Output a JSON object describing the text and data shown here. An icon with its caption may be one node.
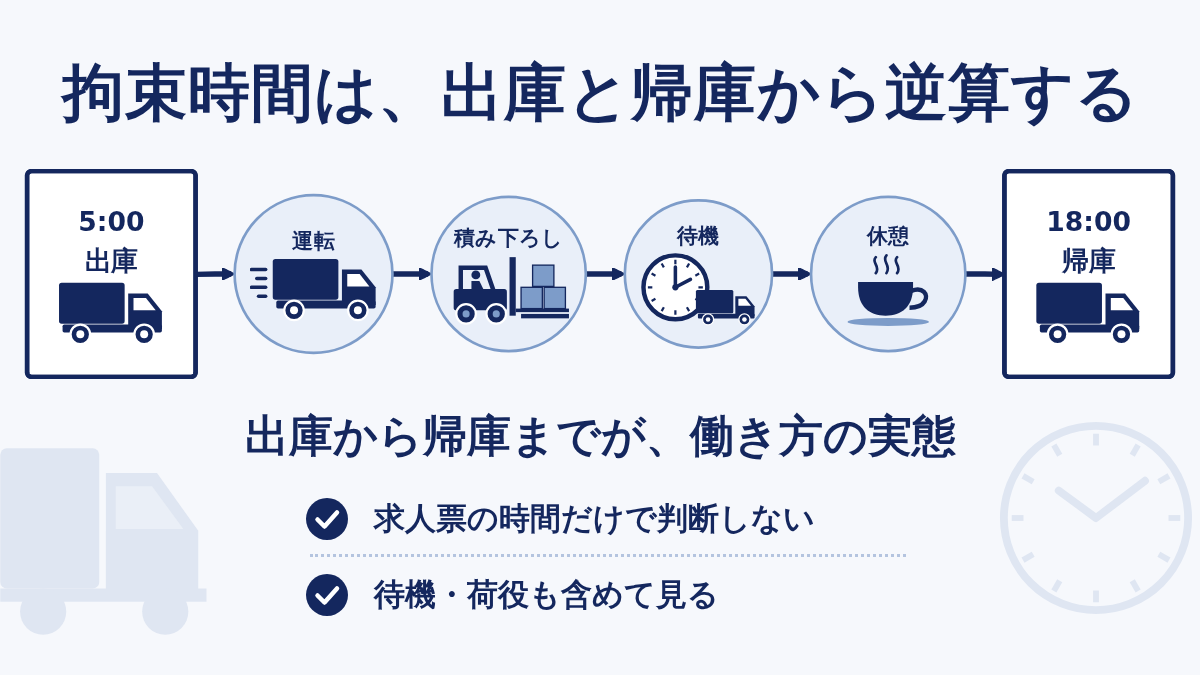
{
  "diagram": {
    "title": "拘束時間は、出庫と帰庫から逆算する",
    "nodes": [
      {
        "text": [
          "5:00",
          "出庫"
        ]
      },
      {
        "text": [
          "運転"
        ]
      },
      {
        "text": [
          "積み下ろし"
        ]
      },
      {
        "text": [
          "待機"
        ]
      },
      {
        "text": [
          "休憩"
        ]
      },
      {
        "text": [
          "18:00",
          "帰庫"
        ]
      }
    ],
    "edges": [
      {
        "from": 0,
        "to": 1,
        "arrow": "to"
      },
      {
        "from": 1,
        "to": 2,
        "arrow": "to"
      },
      {
        "from": 2,
        "to": 3,
        "arrow": "to"
      },
      {
        "from": 3,
        "to": 4,
        "arrow": "to"
      },
      {
        "from": 4,
        "to": 5,
        "arrow": "to"
      }
    ],
    "labels": [
      "出庫から帰庫までが、働き方の実態",
      "求人票の時間だけで判断しない",
      "待機・荷役も含めて見る"
    ]
  }
}
